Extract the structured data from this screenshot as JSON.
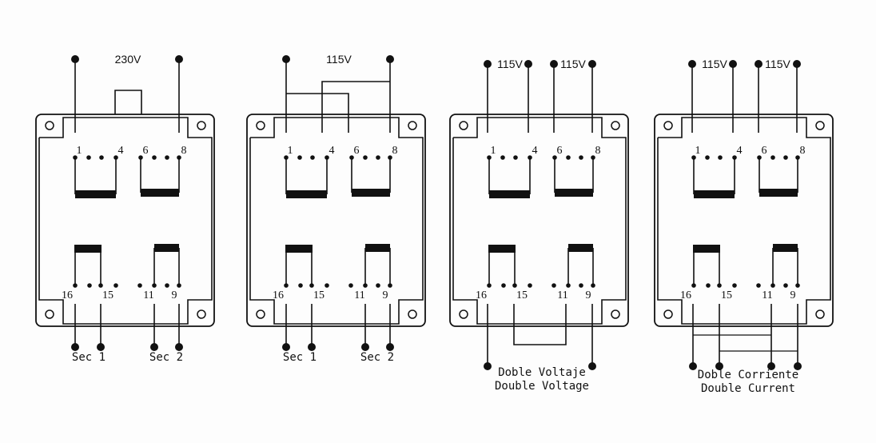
{
  "diagram": {
    "colors": {
      "ink": "#111111",
      "background": "#fdfdfd"
    },
    "pin_labels": {
      "p1": "1",
      "p4": "4",
      "p6": "6",
      "p8": "8",
      "p16": "16",
      "p15": "15",
      "p11": "11",
      "p9": "9"
    },
    "panels": [
      {
        "name": "230v-series",
        "top_labels": [
          "230V"
        ],
        "bottom_labels": [
          "Sec 1",
          "Sec 2"
        ]
      },
      {
        "name": "115v-parallel",
        "top_labels": [
          "115V"
        ],
        "bottom_labels": [
          "Sec 1",
          "Sec 2"
        ]
      },
      {
        "name": "double-voltage",
        "top_labels": [
          "115V",
          "115V"
        ],
        "bottom_labels": [
          "Doble Voltaje",
          "Double Voltage"
        ]
      },
      {
        "name": "double-current",
        "top_labels": [
          "115V",
          "115V"
        ],
        "bottom_labels": [
          "Doble Corriente",
          "Double Current"
        ]
      }
    ]
  }
}
